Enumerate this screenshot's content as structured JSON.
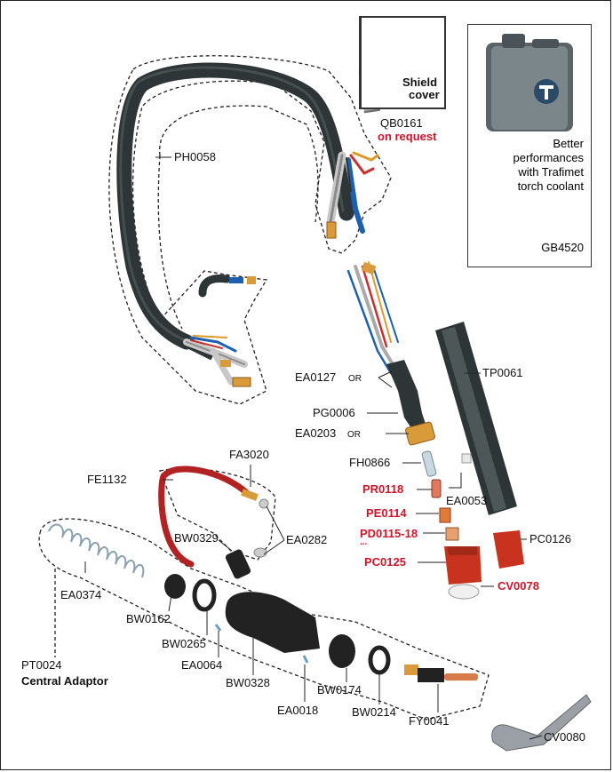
{
  "shield": {
    "label_line1": "Shield",
    "label_line2": "cover",
    "code": "QB0161",
    "note": "on request"
  },
  "coolant": {
    "line1": "Better",
    "line2": "performances",
    "line3": "with Trafimet",
    "line4": "torch coolant",
    "code": "GB4520"
  },
  "parts": {
    "ph0058": "PH0058",
    "ea0127": "EA0127",
    "or1": "OR",
    "pg0006": "PG0006",
    "ea0203": "EA0203",
    "or2": "OR",
    "tp0061": "TP0061",
    "fh0866": "FH0866",
    "ea0053": "EA0053",
    "pr0118": "PR0118",
    "pe0114": "PE0114",
    "pd0115": "PD0115-18",
    "pd_dots": "...",
    "pc0125": "PC0125",
    "pc0126": "PC0126",
    "cv0078": "CV0078",
    "fa3020": "FA3020",
    "fe1132": "FE1132",
    "ea0282": "EA0282",
    "bw0329": "BW0329",
    "ea0374": "EA0374",
    "bw0162": "BW0162",
    "bw0265": "BW0265",
    "ea0064": "EA0064",
    "bw0328": "BW0328",
    "pt0024": "PT0024",
    "central": "Central Adaptor",
    "ea0018": "EA0018",
    "bw0174": "BW0174",
    "bw0214": "BW0214",
    "fy0041": "FY0041",
    "cv0080": "CV0080"
  },
  "colors": {
    "accent_red": "#d2142a",
    "hose": "#2e3537",
    "brass": "#d99a3a",
    "nozzle_red": "#c8321e"
  }
}
